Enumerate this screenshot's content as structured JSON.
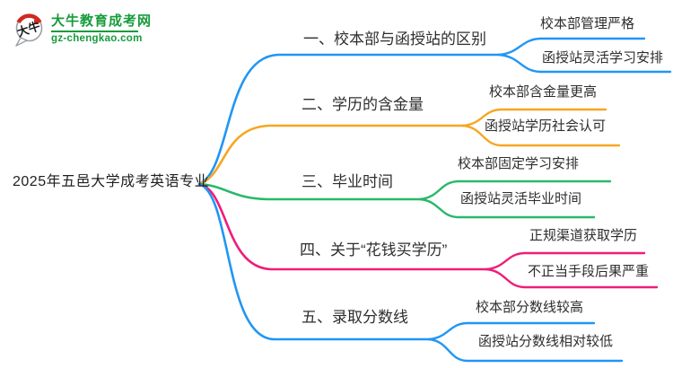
{
  "logo": {
    "icon_text": "大牛",
    "title": "大牛教育成考网",
    "url": "gz-chengkao.com",
    "green": "#169B3B",
    "red": "#CE2A21",
    "bubble_outline": "#9AA0A6"
  },
  "root": {
    "label": "2025年五邑大学成考英语专业"
  },
  "branches": [
    {
      "label": "一、校本部与函授站的区别",
      "color": "#2196F3",
      "children": [
        {
          "label": "校本部管理严格"
        },
        {
          "label": "函授站灵活学习安排"
        }
      ]
    },
    {
      "label": "二、学历的含金量",
      "color": "#F6A623",
      "children": [
        {
          "label": "校本部含金量更高"
        },
        {
          "label": "函授站学历社会认可"
        }
      ]
    },
    {
      "label": "三、毕业时间",
      "color": "#28B969",
      "children": [
        {
          "label": "校本部固定学习安排"
        },
        {
          "label": "函授站灵活毕业时间"
        }
      ]
    },
    {
      "label": "四、关于“花钱买学历”",
      "color": "#EE1E78",
      "children": [
        {
          "label": "正规渠道获取学历"
        },
        {
          "label": "不正当手段后果严重"
        }
      ]
    },
    {
      "label": "五、录取分数线",
      "color": "#2196F3",
      "children": [
        {
          "label": "校本部分数线较高"
        },
        {
          "label": "函授站分数线相对较低"
        }
      ]
    }
  ]
}
